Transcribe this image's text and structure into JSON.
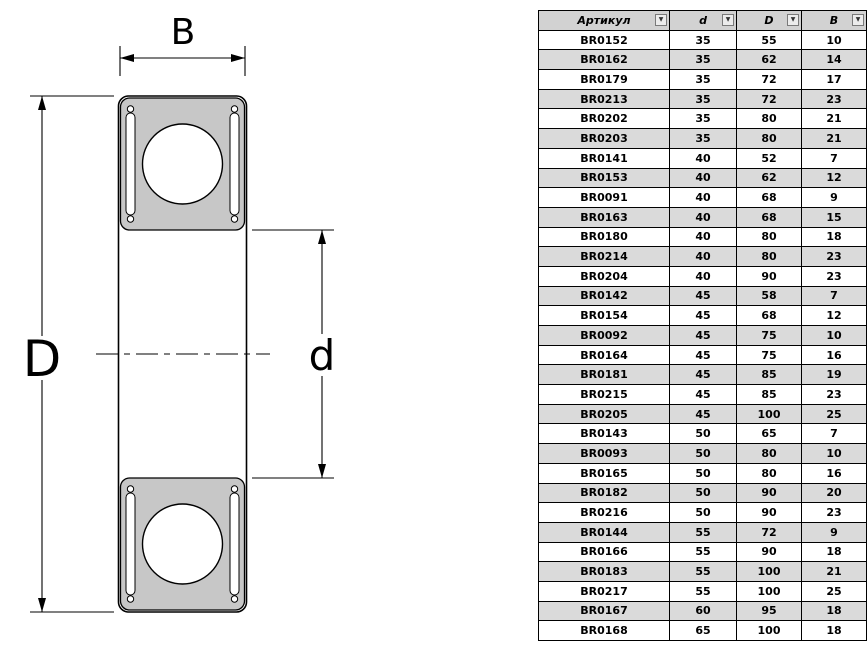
{
  "diagram": {
    "label_B": "B",
    "label_D": "D",
    "label_d": "d",
    "body_fill": "#c7c7c7",
    "line_color": "#000000"
  },
  "table": {
    "header_bg": "#d2d2d2",
    "alt_row_bg": "#dadada",
    "filter_icon": "▼",
    "headers": [
      {
        "key": "article",
        "label": "Артикул"
      },
      {
        "key": "d",
        "label": "d"
      },
      {
        "key": "D",
        "label": "D"
      },
      {
        "key": "B",
        "label": "B"
      }
    ],
    "rows": [
      {
        "article": "BR0152",
        "d": 35,
        "D": 55,
        "B": 10
      },
      {
        "article": "BR0162",
        "d": 35,
        "D": 62,
        "B": 14
      },
      {
        "article": "BR0179",
        "d": 35,
        "D": 72,
        "B": 17
      },
      {
        "article": "BR0213",
        "d": 35,
        "D": 72,
        "B": 23
      },
      {
        "article": "BR0202",
        "d": 35,
        "D": 80,
        "B": 21
      },
      {
        "article": "BR0203",
        "d": 35,
        "D": 80,
        "B": 21
      },
      {
        "article": "BR0141",
        "d": 40,
        "D": 52,
        "B": 7
      },
      {
        "article": "BR0153",
        "d": 40,
        "D": 62,
        "B": 12
      },
      {
        "article": "BR0091",
        "d": 40,
        "D": 68,
        "B": 9
      },
      {
        "article": "BR0163",
        "d": 40,
        "D": 68,
        "B": 15
      },
      {
        "article": "BR0180",
        "d": 40,
        "D": 80,
        "B": 18
      },
      {
        "article": "BR0214",
        "d": 40,
        "D": 80,
        "B": 23
      },
      {
        "article": "BR0204",
        "d": 40,
        "D": 90,
        "B": 23
      },
      {
        "article": "BR0142",
        "d": 45,
        "D": 58,
        "B": 7
      },
      {
        "article": "BR0154",
        "d": 45,
        "D": 68,
        "B": 12
      },
      {
        "article": "BR0092",
        "d": 45,
        "D": 75,
        "B": 10
      },
      {
        "article": "BR0164",
        "d": 45,
        "D": 75,
        "B": 16
      },
      {
        "article": "BR0181",
        "d": 45,
        "D": 85,
        "B": 19
      },
      {
        "article": "BR0215",
        "d": 45,
        "D": 85,
        "B": 23
      },
      {
        "article": "BR0205",
        "d": 45,
        "D": 100,
        "B": 25
      },
      {
        "article": "BR0143",
        "d": 50,
        "D": 65,
        "B": 7
      },
      {
        "article": "BR0093",
        "d": 50,
        "D": 80,
        "B": 10
      },
      {
        "article": "BR0165",
        "d": 50,
        "D": 80,
        "B": 16
      },
      {
        "article": "BR0182",
        "d": 50,
        "D": 90,
        "B": 20
      },
      {
        "article": "BR0216",
        "d": 50,
        "D": 90,
        "B": 23
      },
      {
        "article": "BR0144",
        "d": 55,
        "D": 72,
        "B": 9
      },
      {
        "article": "BR0166",
        "d": 55,
        "D": 90,
        "B": 18
      },
      {
        "article": "BR0183",
        "d": 55,
        "D": 100,
        "B": 21
      },
      {
        "article": "BR0217",
        "d": 55,
        "D": 100,
        "B": 25
      },
      {
        "article": "BR0167",
        "d": 60,
        "D": 95,
        "B": 18
      },
      {
        "article": "BR0168",
        "d": 65,
        "D": 100,
        "B": 18
      }
    ]
  }
}
